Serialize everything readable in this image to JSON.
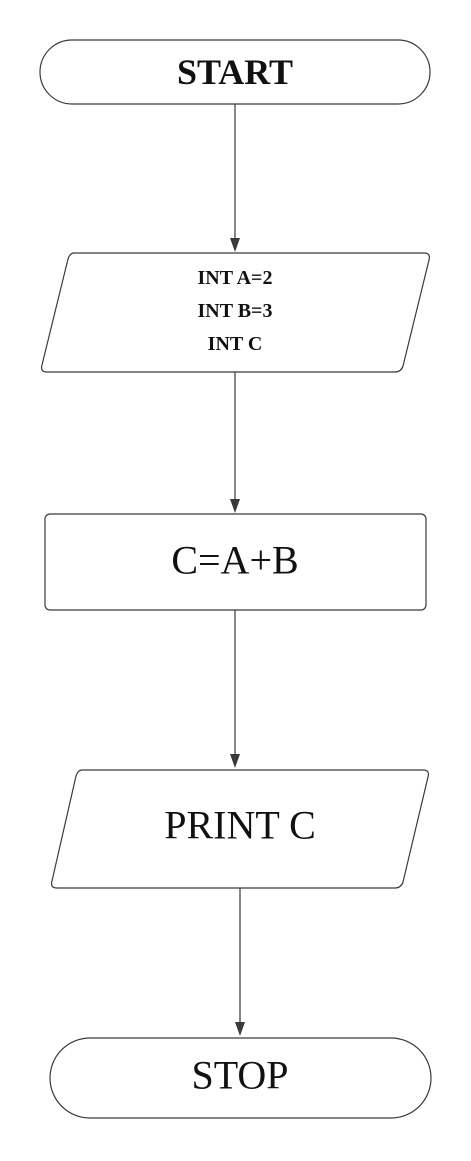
{
  "diagram": {
    "type": "flowchart",
    "nodes": {
      "start": {
        "shape": "terminator",
        "text": "START"
      },
      "declare": {
        "shape": "input-output",
        "lines": [
          "INT A=2",
          "INT B=3",
          "INT C"
        ]
      },
      "process": {
        "shape": "process",
        "text": "C=A+B"
      },
      "print": {
        "shape": "input-output",
        "text": "PRINT C"
      },
      "stop": {
        "shape": "terminator",
        "text": "STOP"
      }
    },
    "edges": [
      {
        "from": "start",
        "to": "declare"
      },
      {
        "from": "declare",
        "to": "process"
      },
      {
        "from": "process",
        "to": "print"
      },
      {
        "from": "print",
        "to": "stop"
      }
    ],
    "colors": {
      "stroke": "#3a3a3a",
      "fill": "#ffffff",
      "text": "#111111"
    }
  }
}
